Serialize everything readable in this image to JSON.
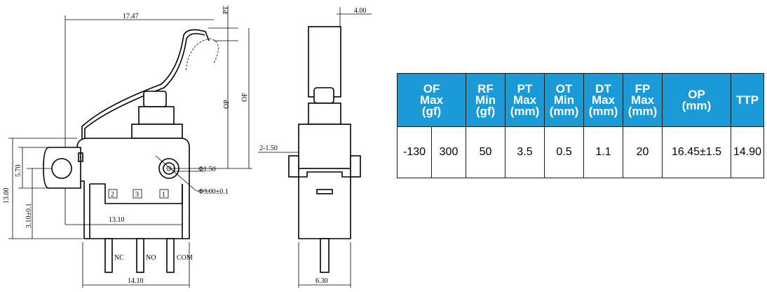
{
  "drawing": {
    "side_view": {
      "dims": {
        "overall_width": "17.47",
        "lever_width": "13.10",
        "base_width": "14.10",
        "height_total": "13.00",
        "hole_height": "5.70",
        "mount_height": "3.10±0.1",
        "pin_hole": "Φ1.50",
        "mount_hole": "Φ3.00±0.1",
        "pt": "PT",
        "op": "OP",
        "of": "OF"
      },
      "pins": [
        "2",
        "3",
        "1"
      ],
      "terminals": [
        "NC",
        "NO",
        "COM"
      ]
    },
    "front_view": {
      "dims": {
        "top_width": "4.00",
        "offset": "2-1.50",
        "bottom_width": "6.30"
      }
    }
  },
  "table": {
    "headers": [
      [
        "OF",
        "Max",
        "(gf)"
      ],
      [
        "RF",
        "Min",
        "(gf)"
      ],
      [
        "PT",
        "Max",
        "(mm)"
      ],
      [
        "OT",
        "Min",
        "(mm)"
      ],
      [
        "DT",
        "Max",
        "(mm)"
      ],
      [
        "FP",
        "Max",
        "(mm)"
      ],
      [
        "OP",
        "(mm)"
      ],
      [
        "TTP"
      ]
    ],
    "row": [
      "-130",
      "300",
      "50",
      "3.5",
      "0.5",
      "1.1",
      "20",
      "16.45±1.5",
      "14.90"
    ]
  }
}
